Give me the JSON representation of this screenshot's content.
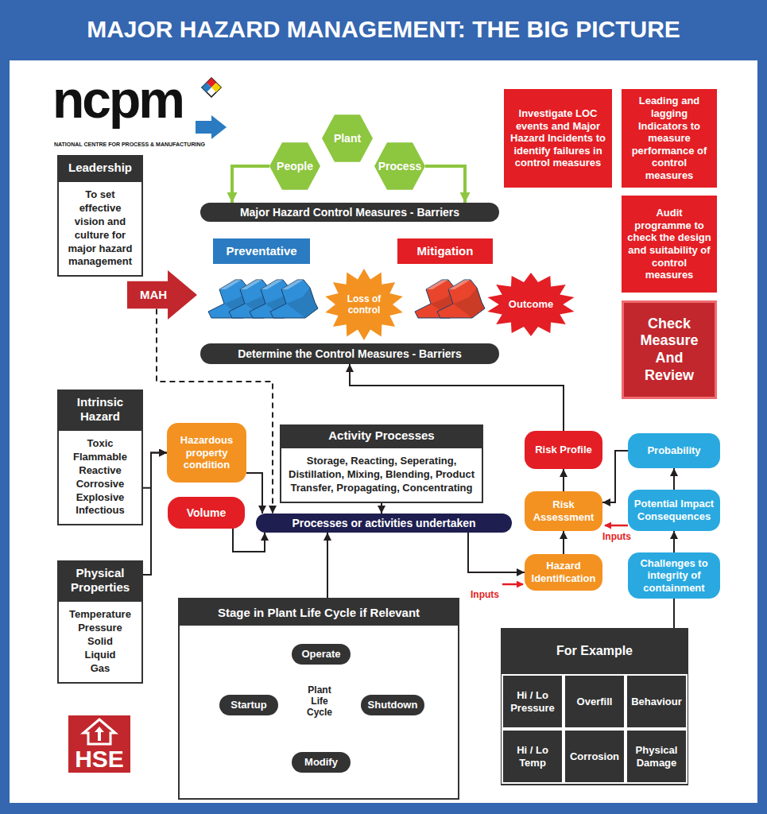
{
  "diagram": {
    "title": "MAJOR HAZARD MANAGEMENT: THE BIG PICTURE",
    "nodes": [
      {
        "text": [
          "Leadership",
          "To set effective vision and culture for major hazard management"
        ]
      },
      {
        "text": [
          "People"
        ]
      },
      {
        "text": [
          "Plant"
        ]
      },
      {
        "text": [
          "Process"
        ]
      },
      {
        "text": [
          "Major Hazard Control Measures - Barriers"
        ]
      },
      {
        "text": [
          "Preventative"
        ]
      },
      {
        "text": [
          "Mitigation"
        ]
      },
      {
        "text": [
          "MAH"
        ]
      },
      {
        "text": [
          "Loss of control"
        ]
      },
      {
        "text": [
          "Outcome"
        ]
      },
      {
        "text": [
          "Determine the Control Measures - Barriers"
        ]
      },
      {
        "text": [
          "Investigate LOC events and Major Hazard Incidents to identify failures in control measures"
        ]
      },
      {
        "text": [
          "Leading and lagging Indicators to measure performance of control measures"
        ]
      },
      {
        "text": [
          "Audit programme to check the design and suitability of control measures"
        ]
      },
      {
        "text": [
          "Check Measure And Review"
        ]
      },
      {
        "text": [
          "Intrinsic Hazard",
          "Toxic Flammable Reactive Corrosive Explosive Infectious"
        ]
      },
      {
        "text": [
          "Hazardous property condition"
        ]
      },
      {
        "text": [
          "Activity Processes",
          "Storage, Reacting, Seperating, Distillation, Mixing, Blending, Product Transfer, Propagating, Concentrating"
        ]
      },
      {
        "text": [
          "Volume"
        ]
      },
      {
        "text": [
          "Processes or activities undertaken"
        ]
      },
      {
        "text": [
          "Risk Profile"
        ]
      },
      {
        "text": [
          "Probability"
        ]
      },
      {
        "text": [
          "Risk Assessment"
        ]
      },
      {
        "text": [
          "Potential Impact Consequences"
        ]
      },
      {
        "text": [
          "Hazard Identification"
        ]
      },
      {
        "text": [
          "Challenges to integrity of containment"
        ]
      },
      {
        "text": [
          "Physical Properties",
          "Temperature Pressure Solid Liquid Gas"
        ]
      },
      {
        "text": [
          "Stage in Plant Life Cycle if Relevant"
        ]
      },
      {
        "text": [
          "Operate"
        ],
        "in": 27
      },
      {
        "text": [
          "Startup"
        ],
        "in": 27
      },
      {
        "text": [
          "Shutdown"
        ],
        "in": 27
      },
      {
        "text": [
          "Modify"
        ],
        "in": 27
      },
      {
        "text": [
          "For Example"
        ]
      },
      {
        "text": [
          "Hi / Lo Pressure"
        ],
        "in": 32
      },
      {
        "text": [
          "Overfill"
        ],
        "in": 32
      },
      {
        "text": [
          "Behaviour"
        ],
        "in": 32
      },
      {
        "text": [
          "Hi / Lo Temp"
        ],
        "in": 32
      },
      {
        "text": [
          "Corrosion"
        ],
        "in": 32
      },
      {
        "text": [
          "Physical Damage"
        ],
        "in": 32
      }
    ],
    "edges": [
      {
        "from": 1,
        "to": 4,
        "arrow": "to"
      },
      {
        "from": 3,
        "to": 4,
        "arrow": "to"
      },
      {
        "from": 7,
        "to": 19,
        "arrow": "to"
      },
      {
        "from": 15,
        "to": 16,
        "arrow": "to"
      },
      {
        "from": 26,
        "to": 16,
        "arrow": "to"
      },
      {
        "from": 16,
        "to": 19,
        "arrow": "to"
      },
      {
        "from": 17,
        "to": 19,
        "arrow": "to"
      },
      {
        "from": 18,
        "to": 19,
        "arrow": "to"
      },
      {
        "from": 27,
        "to": 19,
        "arrow": "to"
      },
      {
        "from": 19,
        "to": 24,
        "arrow": "to"
      },
      {
        "from": 24,
        "to": 22,
        "arrow": "to"
      },
      {
        "from": 22,
        "to": 20,
        "arrow": "to"
      },
      {
        "from": 20,
        "to": 10,
        "arrow": "to"
      },
      {
        "from": 25,
        "to": 23,
        "arrow": "to"
      },
      {
        "from": 23,
        "to": 21,
        "arrow": "to"
      },
      {
        "from": 21,
        "to": 22,
        "arrow": "to"
      },
      {
        "from": 32,
        "to": 25,
        "arrow": "none"
      }
    ],
    "labels": [
      "ncpm",
      "NATIONAL CENTRE FOR PROCESS & MANUFACTURING",
      "Plant Life Cycle",
      "Inputs",
      "Inputs",
      "HSE"
    ]
  }
}
